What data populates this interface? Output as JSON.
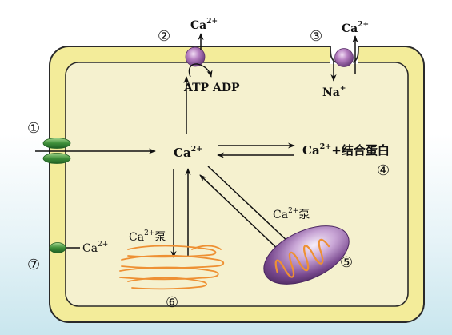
{
  "labels": {
    "ion_calcium": "Ca",
    "charge_2plus": "2+",
    "ion_sodium": "Na",
    "charge_plus": "+",
    "atp": "ATP",
    "adp": "ADP",
    "binding_protein_prefix": "+结合蛋白",
    "pump": "泵"
  },
  "markers": {
    "m1": "①",
    "m2": "②",
    "m3": "③",
    "m4": "④",
    "m5": "⑤",
    "m6": "⑥",
    "m7": "⑦"
  },
  "colors": {
    "membrane": "#f3ec9a",
    "membrane_edge": "#2a2a2a",
    "cytoplasm": "#f5f1cf",
    "pump_purple": "#b67fc1",
    "channel_green": "#3f8f3a",
    "er_orange": "#ee9033",
    "mitochondrion": "#7e4f93"
  }
}
